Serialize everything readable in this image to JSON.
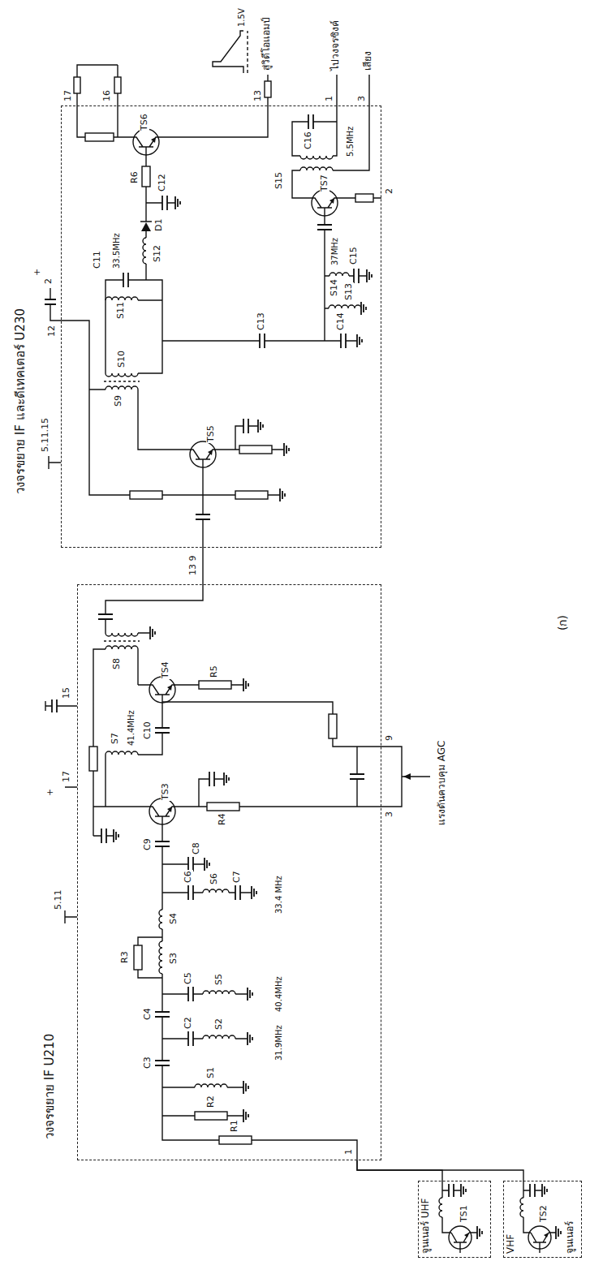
{
  "diagram": {
    "nodes": [
      {
        "text": [
          "จูนเนอร์ UHF"
        ]
      },
      {
        "text": [
          "VHF",
          "จูนเนอร์"
        ]
      },
      {
        "text": [
          "วงจรขยาย IF U210"
        ]
      },
      {
        "text": [
          "วงจรขยาย IF และดีเทคเตอร์ U230"
        ]
      }
    ],
    "edges": [
      {
        "from": 0,
        "to": 2,
        "arrow": "none"
      },
      {
        "from": 1,
        "to": 2,
        "arrow": "none"
      },
      {
        "from": 2,
        "to": 3,
        "arrow": "none"
      }
    ],
    "labels": [
      "5.11",
      "+",
      "17",
      "15",
      "R1",
      "R2",
      "S1",
      "C3",
      "C2",
      "S2",
      "C4",
      "C5",
      "S5",
      "R3",
      "S3",
      "S4",
      "C6",
      "S6",
      "C7",
      "31.9MHz",
      "40.4MHz",
      "33.4 MHz",
      "C8",
      "C9",
      "TS3",
      "R4",
      "S7",
      "41.4MHz",
      "C10",
      "TS4",
      "R5",
      "S8",
      "1",
      "3",
      "9",
      "แรงดันควบคุม AGC",
      "13 9",
      "TS1",
      "TS2",
      "5.11.15",
      "12",
      "2",
      "+",
      "TS5",
      "S9",
      "S10",
      "C11",
      "S11",
      "33.5MHz",
      "S12",
      "D1",
      "C12",
      "R6",
      "TS6",
      "17",
      "16",
      "13",
      "C13",
      "C14",
      "S13",
      "S14",
      "C15",
      "37MHz",
      "TS7",
      "S15",
      "C16",
      "5.5MHz",
      "2",
      "1",
      "3",
      "1.5V",
      "สู่วิดีโอแอมป์",
      "ไปวงจรซิงค์",
      "เสียง",
      "(ก)"
    ]
  }
}
